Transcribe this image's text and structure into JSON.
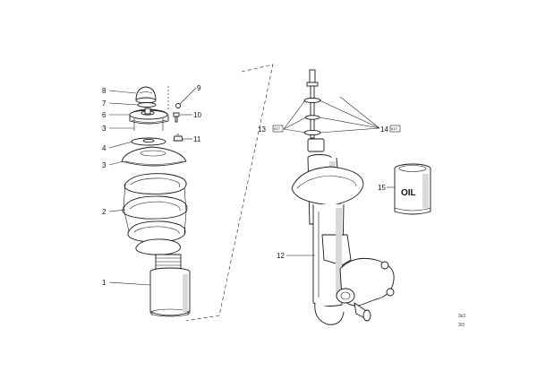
{
  "callouts": {
    "c1": "1",
    "c2": "2",
    "c3a": "3",
    "c3b": "3",
    "c4": "4",
    "c6": "6",
    "c7": "7",
    "c8": "8",
    "c9": "9",
    "c10": "10",
    "c11": "11",
    "c12": "12",
    "c13": "13",
    "c14": "14",
    "c15": "15"
  },
  "tags": {
    "tag13": "KIT",
    "tag14": "KIT"
  },
  "oil_can_label": "OIL",
  "reference_codes": {
    "line1": "3x3",
    "line2": "3/3"
  }
}
